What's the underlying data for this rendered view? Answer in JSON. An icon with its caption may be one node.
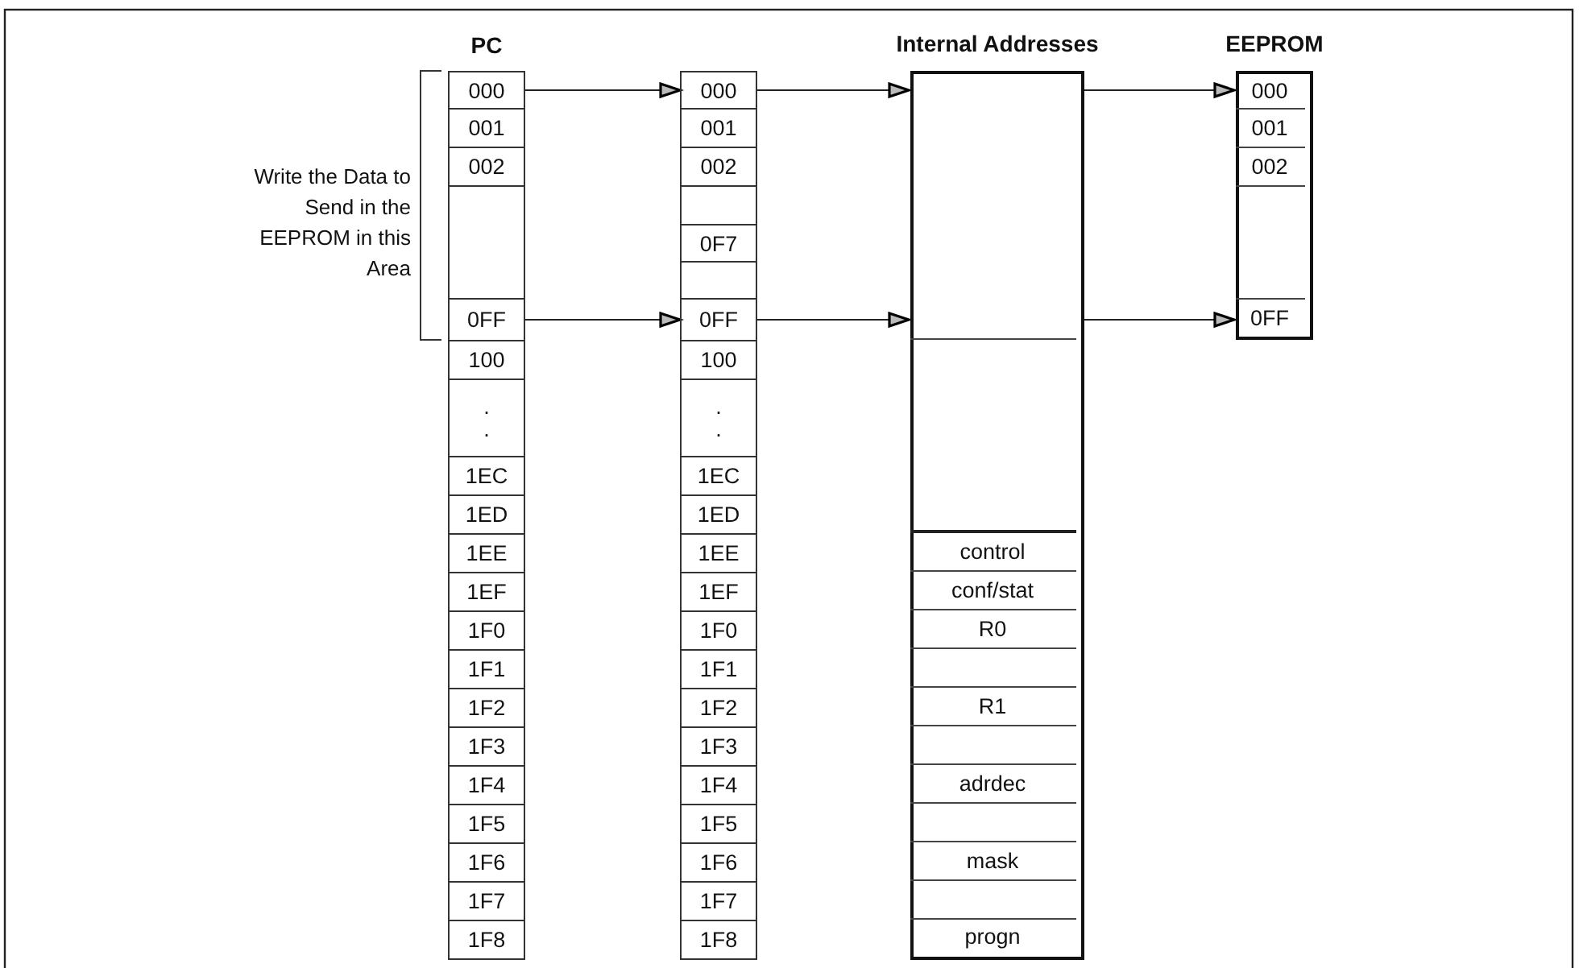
{
  "diagram": {
    "nodes": [
      {
        "text": [
          "000"
        ]
      },
      {
        "text": [
          "001"
        ]
      },
      {
        "text": [
          "002"
        ]
      },
      {
        "text": [],
        "shape": "box"
      },
      {
        "text": [
          "0FF"
        ]
      },
      {
        "text": [
          "100"
        ]
      },
      {
        "text": [
          ".",
          "."
        ]
      },
      {
        "text": [
          "1EC"
        ]
      },
      {
        "text": [
          "1ED"
        ]
      },
      {
        "text": [
          "1EE"
        ]
      },
      {
        "text": [
          "1EF"
        ]
      },
      {
        "text": [
          "1F0"
        ]
      },
      {
        "text": [
          "1F1"
        ]
      },
      {
        "text": [
          "1F2"
        ]
      },
      {
        "text": [
          "1F3"
        ]
      },
      {
        "text": [
          "1F4"
        ]
      },
      {
        "text": [
          "1F5"
        ]
      },
      {
        "text": [
          "1F6"
        ]
      },
      {
        "text": [
          "1F7"
        ]
      },
      {
        "text": [
          "1F8"
        ]
      },
      {
        "text": [
          "000"
        ]
      },
      {
        "text": [
          "001"
        ]
      },
      {
        "text": [
          "002"
        ]
      },
      {
        "text": [],
        "shape": "box"
      },
      {
        "text": [
          "0F7"
        ]
      },
      {
        "text": [],
        "shape": "box"
      },
      {
        "text": [
          "0FF"
        ]
      },
      {
        "text": [
          "100"
        ]
      },
      {
        "text": [
          ".",
          "."
        ]
      },
      {
        "text": [
          "1EC"
        ]
      },
      {
        "text": [
          "1ED"
        ]
      },
      {
        "text": [
          "1EE"
        ]
      },
      {
        "text": [
          "1EF"
        ]
      },
      {
        "text": [
          "1F0"
        ]
      },
      {
        "text": [
          "1F1"
        ]
      },
      {
        "text": [
          "1F2"
        ]
      },
      {
        "text": [
          "1F3"
        ]
      },
      {
        "text": [
          "1F4"
        ]
      },
      {
        "text": [
          "1F5"
        ]
      },
      {
        "text": [
          "1F6"
        ]
      },
      {
        "text": [
          "1F7"
        ]
      },
      {
        "text": [
          "1F8"
        ]
      },
      {
        "text": [
          "Internal Addresses"
        ]
      },
      {
        "text": [],
        "shape": "box",
        "in": 42
      },
      {
        "text": [],
        "shape": "box",
        "in": 42
      },
      {
        "text": [
          "control"
        ],
        "in": 42
      },
      {
        "text": [
          "conf/stat"
        ],
        "in": 42
      },
      {
        "text": [
          "R0"
        ],
        "in": 42
      },
      {
        "text": [],
        "shape": "box",
        "in": 42
      },
      {
        "text": [
          "R1"
        ],
        "in": 42
      },
      {
        "text": [],
        "shape": "box",
        "in": 42
      },
      {
        "text": [
          "adrdec"
        ],
        "in": 42
      },
      {
        "text": [],
        "shape": "box",
        "in": 42
      },
      {
        "text": [
          "mask"
        ],
        "in": 42
      },
      {
        "text": [],
        "shape": "box",
        "in": 42
      },
      {
        "text": [
          "progn"
        ],
        "in": 42
      },
      {
        "text": [
          "EEPROM"
        ]
      },
      {
        "text": [
          "000"
        ],
        "in": 56
      },
      {
        "text": [
          "001"
        ],
        "in": 56
      },
      {
        "text": [
          "002"
        ],
        "in": 56
      },
      {
        "text": [],
        "shape": "box",
        "in": 56
      },
      {
        "text": [
          "0FF"
        ],
        "in": 56
      }
    ],
    "edges": [
      {
        "from": 0,
        "to": 20,
        "arrow": "to"
      },
      {
        "from": 4,
        "to": 26,
        "arrow": "to"
      },
      {
        "from": 20,
        "to": 43,
        "arrow": "to"
      },
      {
        "from": 26,
        "to": 43,
        "arrow": "to"
      },
      {
        "from": 43,
        "to": 57,
        "arrow": "to"
      },
      {
        "from": 43,
        "to": 61,
        "arrow": "to"
      }
    ],
    "labels": [
      "PC",
      "Write the Data to Send in the EEPROM in this Area"
    ]
  }
}
